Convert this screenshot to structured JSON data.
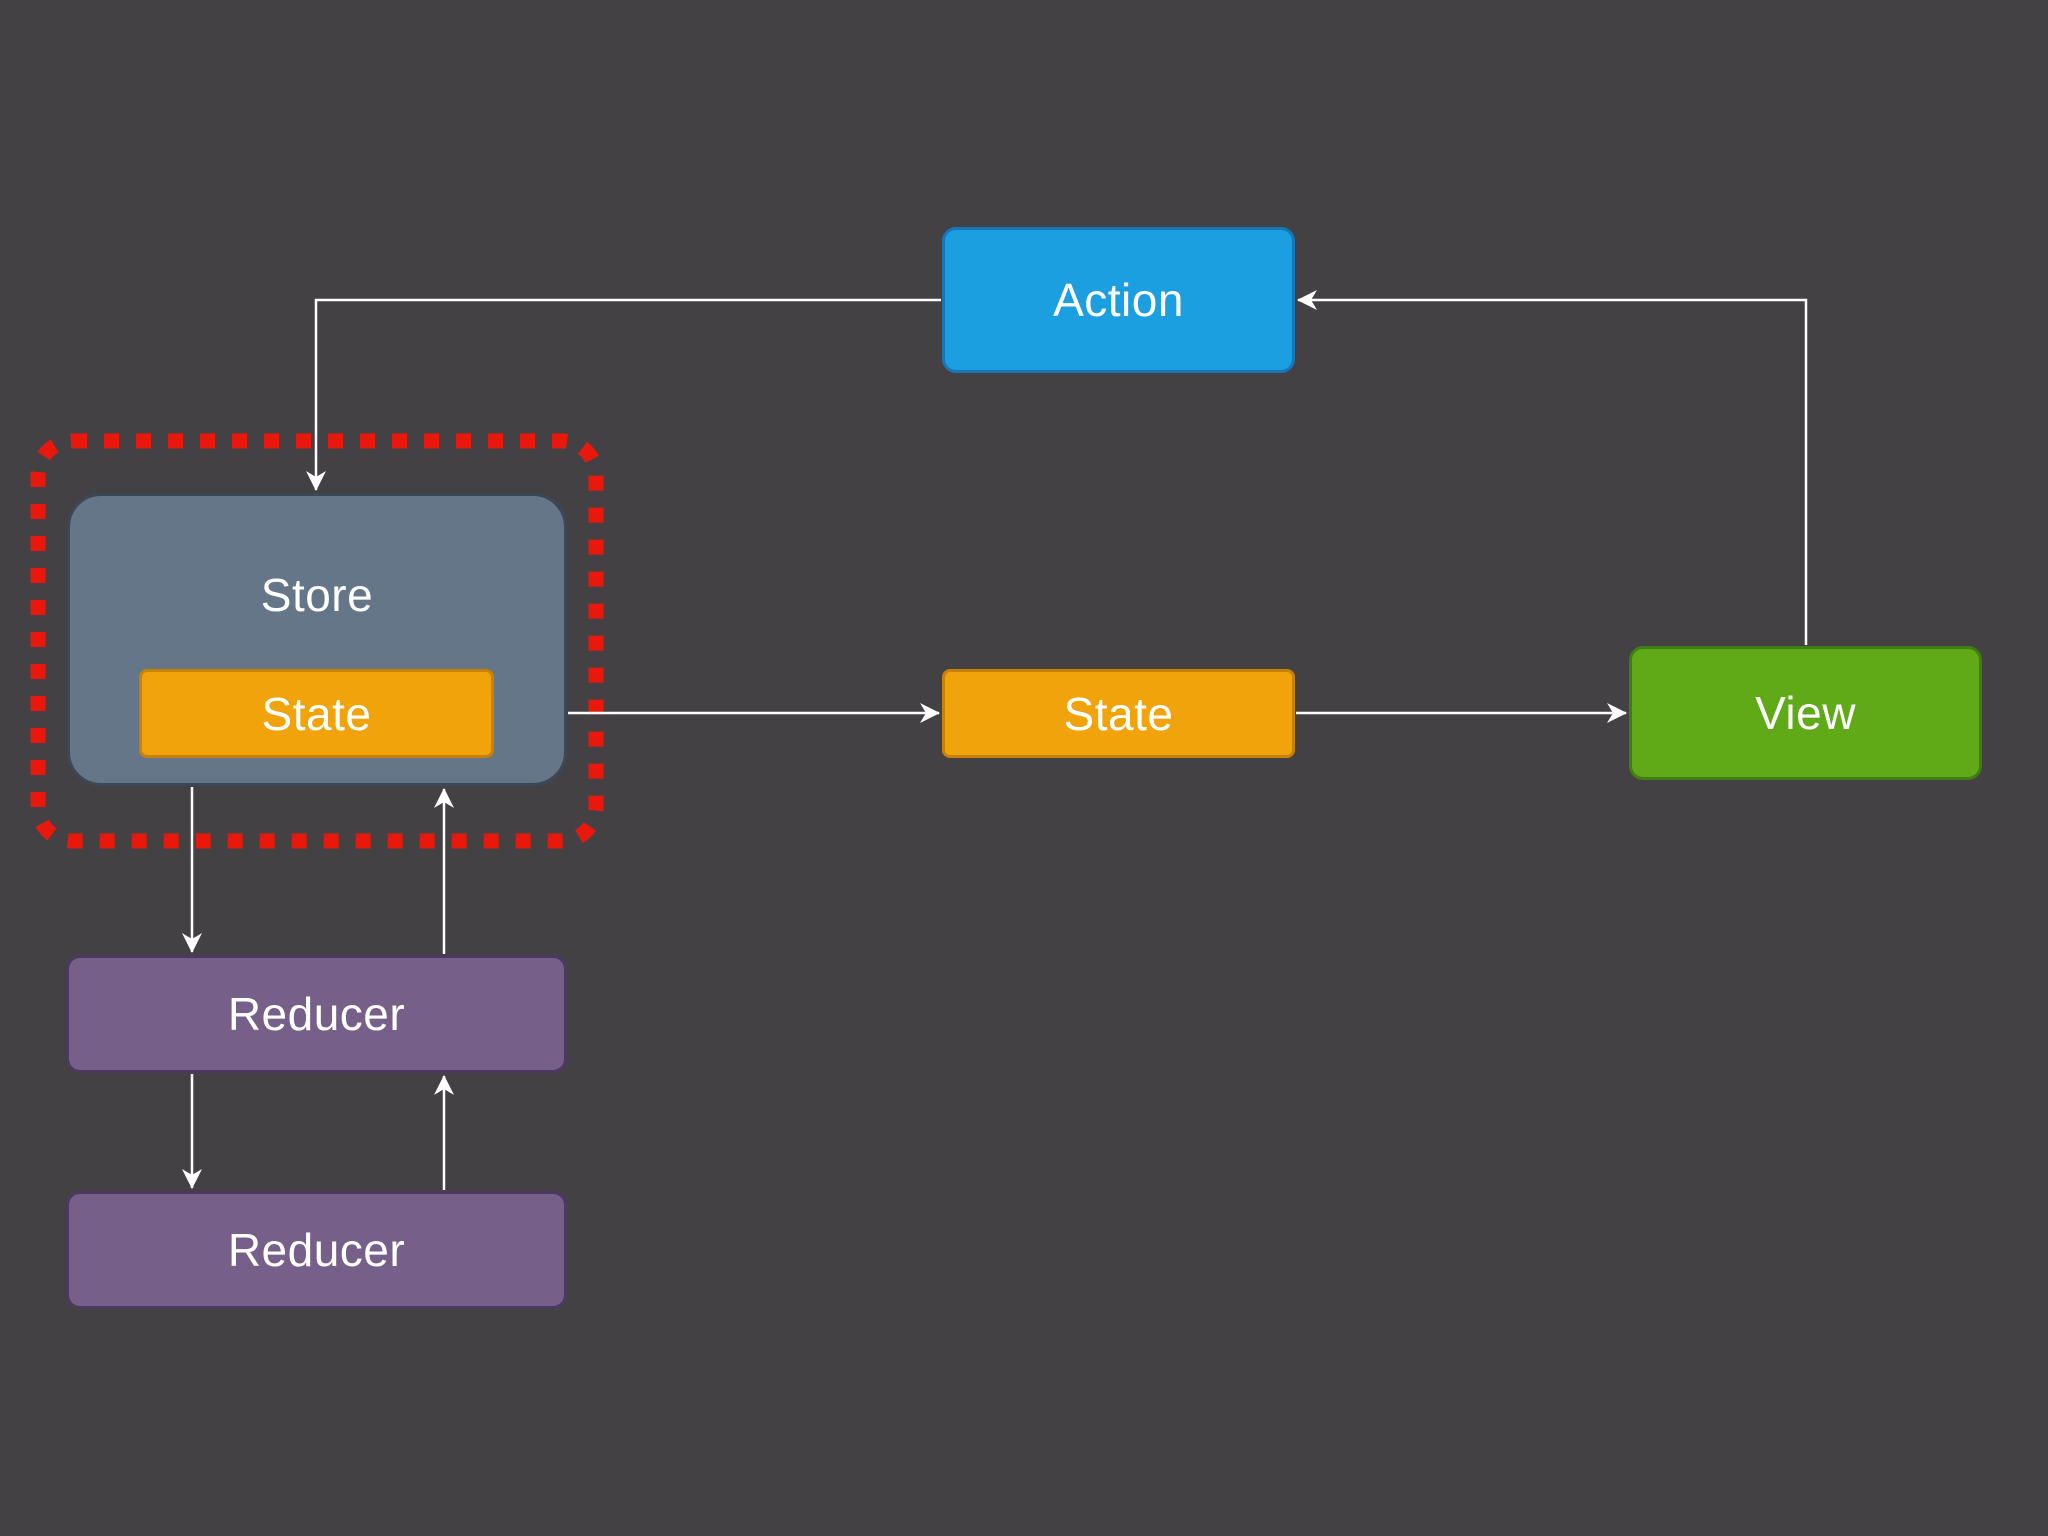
{
  "diagram": {
    "nodes": {
      "action": {
        "label": "Action",
        "color": "#1b9fe1"
      },
      "store": {
        "label": "Store",
        "color": "#647688"
      },
      "store_state": {
        "label": "State",
        "color": "#f0a30a"
      },
      "state": {
        "label": "State",
        "color": "#f0a30a"
      },
      "view": {
        "label": "View",
        "color": "#60a917"
      },
      "reducer_1": {
        "label": "Reducer",
        "color": "#76608a"
      },
      "reducer_2": {
        "label": "Reducer",
        "color": "#76608a"
      }
    },
    "edges": [
      {
        "from": "action",
        "to": "store"
      },
      {
        "from": "store",
        "to": "state"
      },
      {
        "from": "state",
        "to": "view"
      },
      {
        "from": "view",
        "to": "action"
      },
      {
        "from": "store",
        "to": "reducer_1"
      },
      {
        "from": "reducer_1",
        "to": "store"
      },
      {
        "from": "reducer_1",
        "to": "reducer_2"
      },
      {
        "from": "reducer_2",
        "to": "reducer_1"
      }
    ],
    "highlight": {
      "target": "store",
      "style": "dotted",
      "color": "#e8190c"
    },
    "edge_color": "#ffffff",
    "background": "#434144"
  }
}
